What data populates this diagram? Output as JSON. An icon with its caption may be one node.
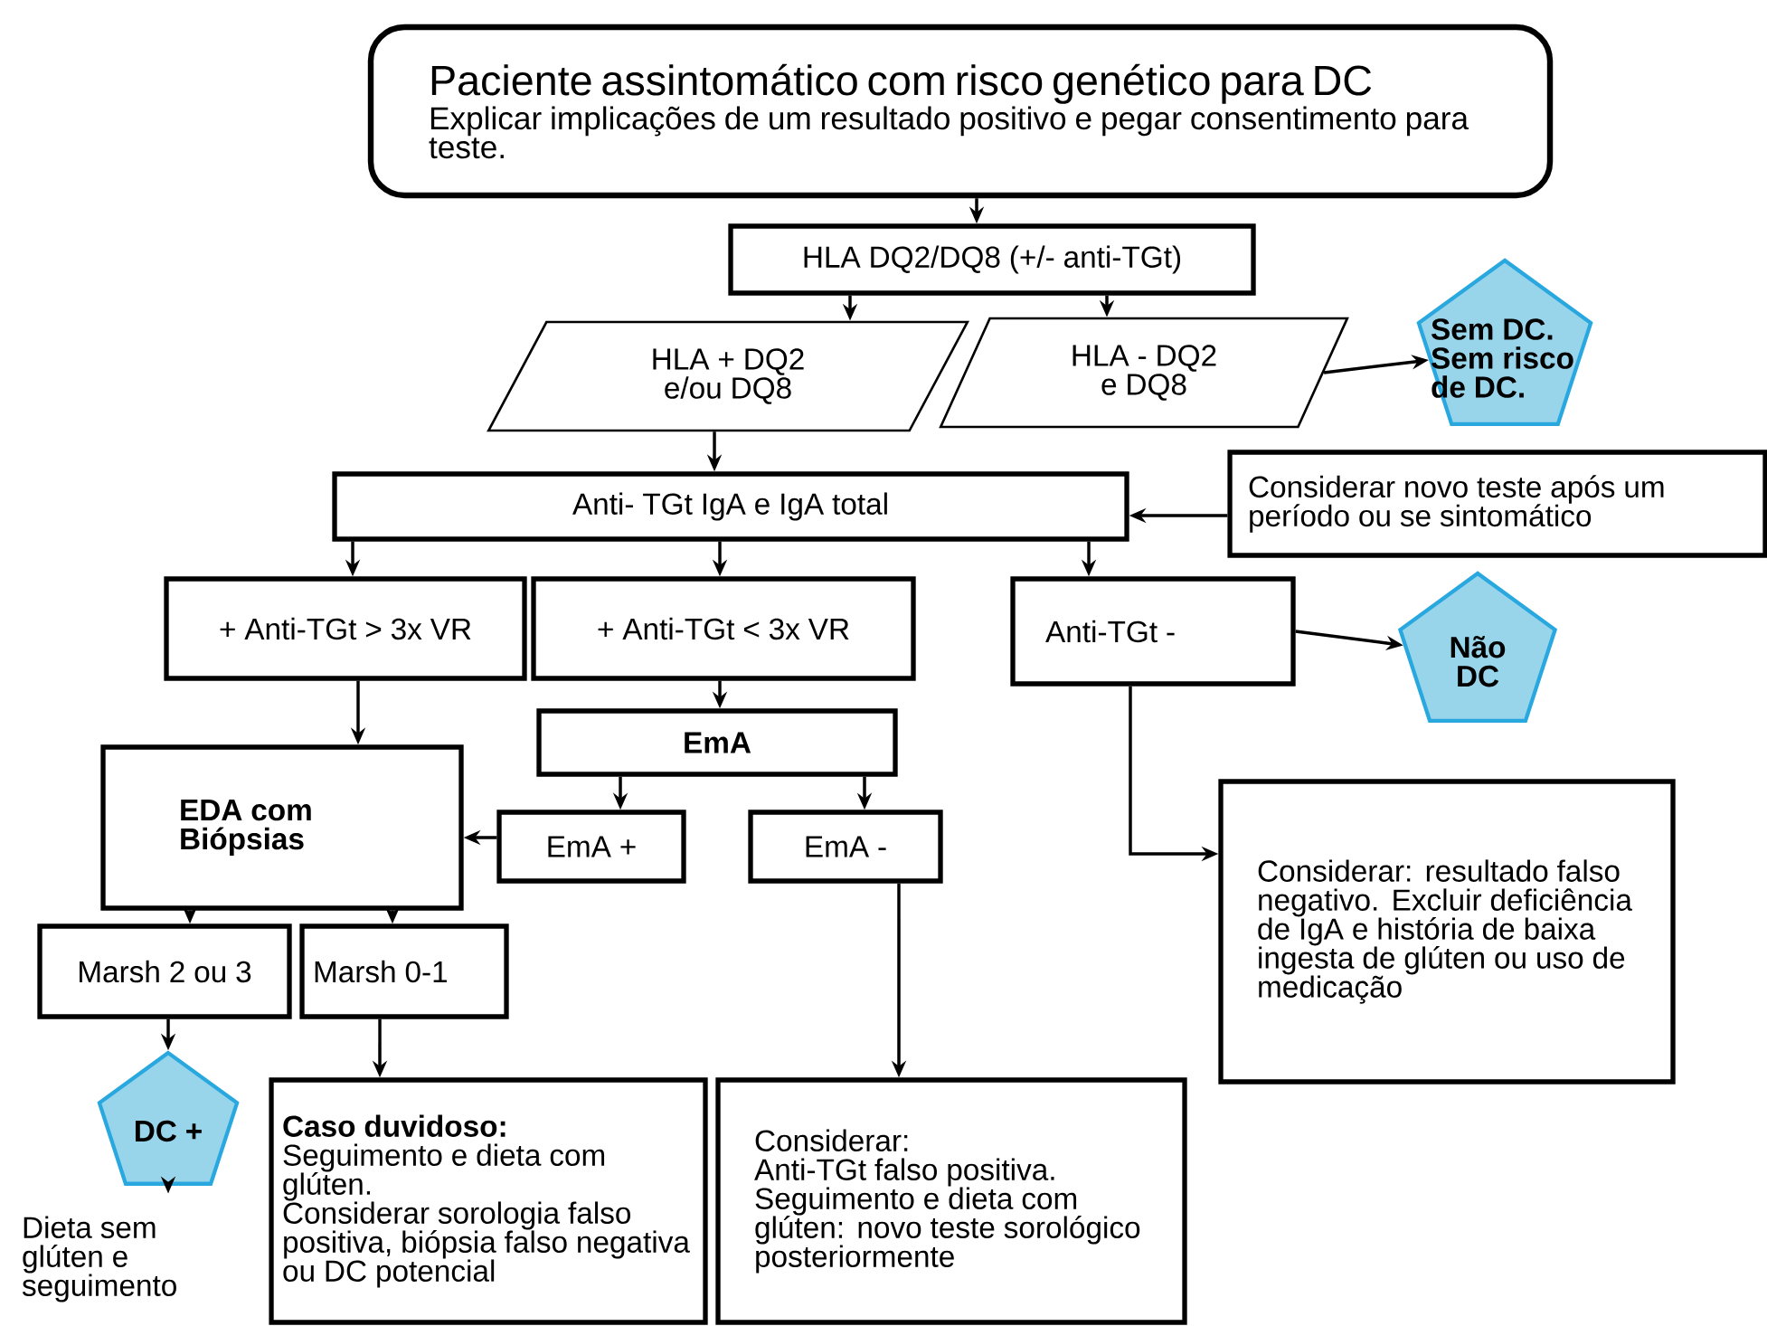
{
  "diagram": {
    "nodes": [
      {
        "text": [
          "Paciente assintomático com risco genético para DC",
          "Explicar implicações de um resultado positivo e pegar consentimento para teste."
        ]
      },
      {
        "text": [
          "HLA DQ2/DQ8 (+/- anti-TGt)"
        ]
      },
      {
        "text": [
          "HLA + DQ2 e/ou DQ8"
        ]
      },
      {
        "text": [
          "HLA - DQ2 e DQ8"
        ]
      },
      {
        "text": [
          "Sem DC. Sem risco de DC."
        ]
      },
      {
        "text": [
          "Anti- TGt IgA e IgA total"
        ]
      },
      {
        "text": [
          "Considerar novo teste após um período ou se sintomático"
        ]
      },
      {
        "text": [
          "+ Anti-TGt > 3x VR"
        ]
      },
      {
        "text": [
          "+ Anti-TGt < 3x VR"
        ]
      },
      {
        "text": [
          "Anti-TGt -"
        ]
      },
      {
        "text": [
          "Não DC"
        ]
      },
      {
        "text": [
          "EmA"
        ]
      },
      {
        "text": [
          "EDA com Biópsias"
        ]
      },
      {
        "text": [
          "EmA +"
        ]
      },
      {
        "text": [
          "EmA -"
        ]
      },
      {
        "text": [
          "Considerar: resultado falso negativo. Excluir deficiência de IgA e história de baixa ingesta de glúten ou uso de medicação"
        ]
      },
      {
        "text": [
          "Marsh 2 ou 3"
        ]
      },
      {
        "text": [
          "Marsh 0-1"
        ]
      },
      {
        "text": [
          "DC +"
        ]
      },
      {
        "text": [
          "Caso duvidoso:",
          "Seguimento e dieta com glúten.",
          "Considerar sorologia falso positiva, biópsia falso negativa ou DC potencial"
        ]
      },
      {
        "text": [
          "Considerar:",
          "Anti-TGt falso positiva.",
          "Seguimento e dieta com glúten: novo teste sorológico posteriormente"
        ]
      },
      {
        "text": [
          "Dieta sem glúten e seguimento"
        ]
      }
    ],
    "edges": [
      {
        "from": 0,
        "to": 1,
        "arrow": "to"
      },
      {
        "from": 1,
        "to": 2,
        "arrow": "to"
      },
      {
        "from": 1,
        "to": 3,
        "arrow": "to"
      },
      {
        "from": 3,
        "to": 4,
        "arrow": "to"
      },
      {
        "from": 2,
        "to": 5,
        "arrow": "to"
      },
      {
        "from": 6,
        "to": 5,
        "arrow": "to"
      },
      {
        "from": 5,
        "to": 7,
        "arrow": "to"
      },
      {
        "from": 5,
        "to": 8,
        "arrow": "to"
      },
      {
        "from": 5,
        "to": 9,
        "arrow": "to"
      },
      {
        "from": 9,
        "to": 10,
        "arrow": "to"
      },
      {
        "from": 8,
        "to": 11,
        "arrow": "to"
      },
      {
        "from": 11,
        "to": 13,
        "arrow": "to"
      },
      {
        "from": 11,
        "to": 14,
        "arrow": "to"
      },
      {
        "from": 7,
        "to": 12,
        "arrow": "to"
      },
      {
        "from": 13,
        "to": 12,
        "arrow": "to"
      },
      {
        "from": 9,
        "to": 15,
        "arrow": "to"
      },
      {
        "from": 12,
        "to": 16,
        "arrow": "to"
      },
      {
        "from": 12,
        "to": 17,
        "arrow": "to"
      },
      {
        "from": 16,
        "to": 18,
        "arrow": "to"
      },
      {
        "from": 17,
        "to": 19,
        "arrow": "to"
      },
      {
        "from": 14,
        "to": 20,
        "arrow": "to"
      },
      {
        "from": 18,
        "to": 21,
        "arrow": "to"
      }
    ]
  }
}
